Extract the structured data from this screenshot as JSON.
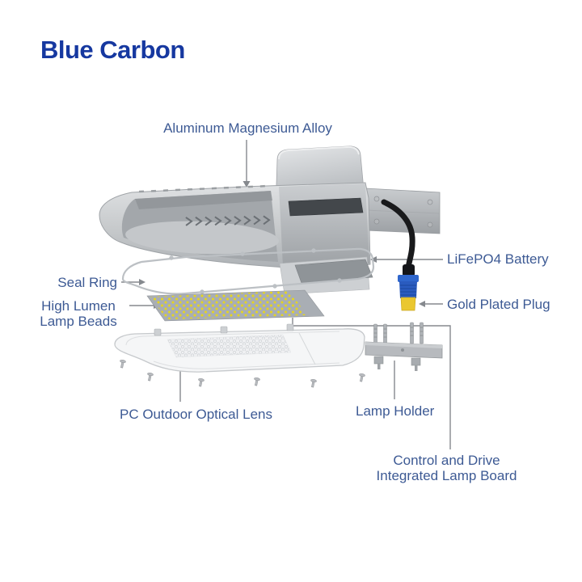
{
  "brand": {
    "logo_text": "Blue Carbon"
  },
  "callouts": {
    "aluminum_alloy": "Aluminum Magnesium Alloy",
    "lifepo4_battery": "LiFePO4 Battery",
    "gold_plated_plug": "Gold Plated Plug",
    "seal_ring": "Seal Ring",
    "lamp_beads_line1": "High Lumen",
    "lamp_beads_line2": "Lamp Beads",
    "optical_lens": "PC Outdoor Optical Lens",
    "lamp_holder": "Lamp Holder",
    "lamp_board_line1": "Control and Drive",
    "lamp_board_line2": "Integrated Lamp Board"
  },
  "colors": {
    "logo_blue": "#1638A0",
    "label_blue": "#3D5A94",
    "leader_gray": "#85898E",
    "plug_blue": "#2A5BBF",
    "plug_tip_yellow": "#EAC72F",
    "led_bead_yellow": "#E6D61C",
    "cable_black": "#191A1C",
    "housing_gray_light": "#DEE0E2",
    "housing_gray_dark": "#9EA2A6"
  }
}
